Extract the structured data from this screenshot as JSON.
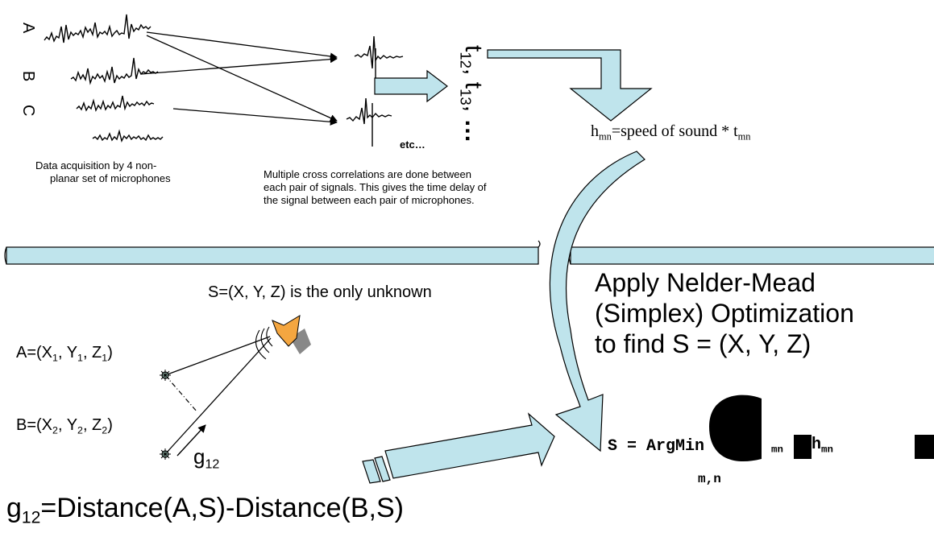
{
  "colors": {
    "accent_fill": "#bfe4ec",
    "outline": "#000000",
    "speaker_orange": "#f4a640",
    "speaker_gray": "#888888"
  },
  "acquisition": {
    "mic_labels": [
      "A",
      "B",
      "C"
    ],
    "caption_line1": "Data acquisition by 4 non-",
    "caption_line2": "planar set of  microphones"
  },
  "correlation": {
    "etc_label": "etc…",
    "caption_line1": "Multiple cross correlations are done between",
    "caption_line2": "each pair of signals. This gives the time delay of",
    "caption_line3": "the signal between each pair of microphones.",
    "delay_list": {
      "t1": "t",
      "t1_sub": "12",
      "sep1": ",",
      "t2": "t",
      "t2_sub": "13",
      "sep2": ",",
      "ellipsis": "…"
    }
  },
  "distance_formula": {
    "lhs": "h",
    "lhs_sub": "mn",
    "mid": "=speed of sound * t",
    "rhs_sub": "mn"
  },
  "geometry": {
    "unknown_label": "S=(X, Y, Z) is the only unknown",
    "mic_a": {
      "pre": "A=(X",
      "s1": "1",
      "m1": ", Y",
      "s2": "1",
      "m2": ", Z",
      "s3": "1",
      "post": ")"
    },
    "mic_b": {
      "pre": "B=(X",
      "s1": "2",
      "m1": ", Y",
      "s2": "2",
      "m2": ", Z",
      "s3": "2",
      "post": ")"
    },
    "g_label": "g",
    "g_sub": "12",
    "equation": {
      "g": "g",
      "g_sub": "12",
      "rest": "=Distance(A,S)-Distance(B,S)"
    }
  },
  "optimization": {
    "line1": "Apply Nelder-Mead",
    "line2": "(Simplex) Optimization",
    "line3": "to find S = (X, Y, Z)",
    "formula_prefix": "S = ArgMin",
    "g_frag": "g",
    "g_frag_sub": "mn",
    "minus": "-",
    "h_frag": "h",
    "h_frag_sub": "mn",
    "argmin_sub": "m,n"
  }
}
